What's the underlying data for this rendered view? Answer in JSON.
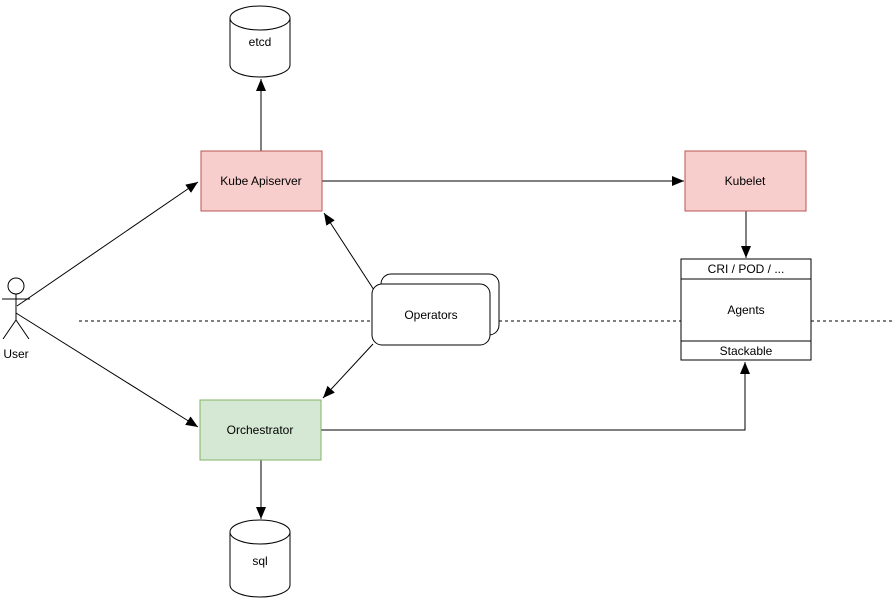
{
  "diagram": {
    "background": "#ffffff",
    "colors": {
      "red_node_fill": "#f8cecc",
      "red_node_stroke": "#b85450",
      "green_node_fill": "#d5e8d4",
      "green_node_stroke": "#82b366",
      "plain_node_fill": "#ffffff",
      "line": "#000000"
    },
    "nodes": {
      "user": {
        "label": "User",
        "shape": "actor"
      },
      "etcd": {
        "label": "etcd",
        "shape": "cylinder"
      },
      "kube_apiserver": {
        "label": "Kube Apiserver",
        "shape": "rect",
        "color": "red"
      },
      "kubelet": {
        "label": "Kubelet",
        "shape": "rect",
        "color": "red"
      },
      "operators": {
        "label": "Operators",
        "shape": "stacked-rounded-rect"
      },
      "orchestrator": {
        "label": "Orchestrator",
        "shape": "rect",
        "color": "green"
      },
      "sql": {
        "label": "sql",
        "shape": "cylinder"
      },
      "agents": {
        "header": "CRI / POD / ...",
        "label": "Agents",
        "footer": "Stackable",
        "shape": "partitioned-rect"
      }
    },
    "edges": [
      {
        "from": "user",
        "to": "kube_apiserver",
        "arrow": "end"
      },
      {
        "from": "user",
        "to": "orchestrator",
        "arrow": "end"
      },
      {
        "from": "kube_apiserver",
        "to": "etcd",
        "arrow": "end"
      },
      {
        "from": "kube_apiserver",
        "to": "kubelet",
        "arrow": "end"
      },
      {
        "from": "operators",
        "to": "kube_apiserver",
        "arrow": "end"
      },
      {
        "from": "operators",
        "to": "orchestrator",
        "arrow": "end"
      },
      {
        "from": "kubelet",
        "to": "agents",
        "arrow": "end"
      },
      {
        "from": "orchestrator",
        "to": "agents_footer",
        "arrow": "end",
        "routing": "orthogonal"
      },
      {
        "from": "orchestrator",
        "to": "sql",
        "arrow": "end"
      }
    ],
    "separator": {
      "style": "dashed",
      "orientation": "horizontal"
    }
  }
}
